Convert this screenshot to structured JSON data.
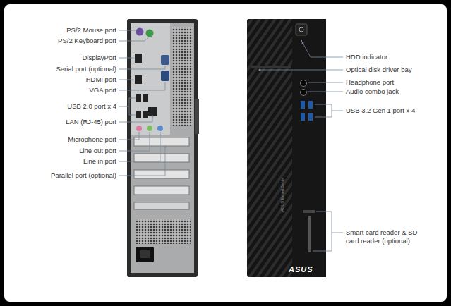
{
  "diagram": {
    "labels": [
      "PS/2 Mouse port",
      "PS/2 Keyboard port",
      "DisplayPort",
      "Serial port (optional)",
      "HDMI port",
      "VGA port",
      "USB 2.0 port x 4",
      "LAN (RJ-45) port",
      "Microphone port",
      "Line out port",
      "Line in port",
      "Parallel port (optional)",
      "HDD indicator",
      "Optical disk driver bay",
      "Headphone port",
      "Audio combo jack",
      "USB 3.2 Gen 1 port x 4",
      "Smart card reader & SD card reader (optional)",
      "ASUS ExpertCenter",
      "ASUS"
    ]
  }
}
